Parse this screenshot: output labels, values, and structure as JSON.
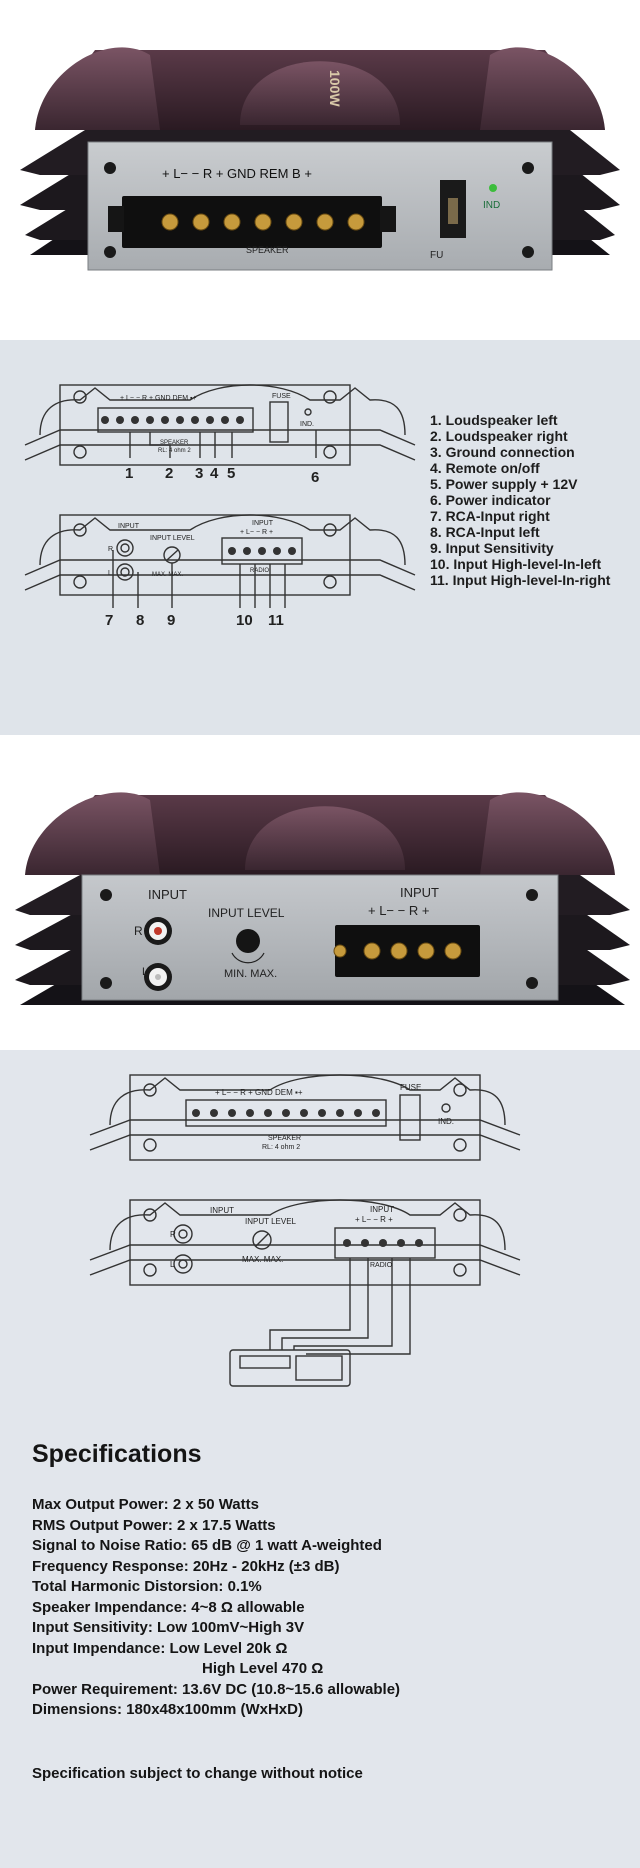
{
  "photo_front": {
    "terminal_header": "+ L−   − R +   GND   REM   B +",
    "brand_text": "100W",
    "fuse_label": "FU",
    "ind_label": "IND",
    "speaker_label": "SPEAKER"
  },
  "diagram_front": {
    "terminal_header": "+ L−   − R +  GND DEM ▪+",
    "fuse_label": "FUSE",
    "ind_label": "IND.",
    "speaker_label": "SPEAKER",
    "rl_label": "RL: 4 ohm   2",
    "callouts": [
      "1",
      "2",
      "3",
      "4",
      "5",
      "6"
    ]
  },
  "diagram_back": {
    "input_label": "INPUT",
    "input_level_label": "INPUT LEVEL",
    "r_label": "R",
    "l_label": "L",
    "max_label": "MAX.  MAX.",
    "input_terminal_label": "INPUT",
    "input_terminal_header": "+ L−  − R +",
    "radio_label": "RADIO",
    "callouts": [
      "7",
      "8",
      "9",
      "10",
      "11"
    ]
  },
  "legend": [
    "1.  Loudspeaker left",
    "2.  Loudspeaker right",
    "3.  Ground connection",
    "4.  Remote on/off",
    "5.  Power supply + 12V",
    "6.  Power indicator",
    "7.  RCA-Input right",
    "8.  RCA-Input left",
    "9.  Input Sensitivity",
    "10. Input High-level-In-left",
    "11. Input High-level-In-right"
  ],
  "photo_back": {
    "input_label": "INPUT",
    "input_level_label": "INPUT LEVEL",
    "r_label": "R",
    "l_label": "L",
    "min_max_label": "MIN.  MAX.",
    "terminal_label": "INPUT",
    "terminal_header": "+ L−   − R +"
  },
  "diagram_wiring": {
    "front_header": "+ L−   − R +  GND DEM ▪+",
    "fuse_label": "FUSE",
    "ind_label": "IND.",
    "speaker_label": "SPEAKER",
    "rl_label": "RL: 4 ohm   2",
    "input_label": "INPUT",
    "input_level_label": "INPUT LEVEL",
    "r_label": "R",
    "l_label": "L",
    "max_label": "MAX.  MAX.",
    "terminal_label": "INPUT",
    "terminal_header": "+ L−  − R +",
    "radio_label": "RADIO"
  },
  "specifications": {
    "title": "Specifications",
    "lines": [
      "Max Output Power: 2 x 50 Watts",
      "RMS Output Power: 2 x 17.5 Watts",
      "Signal to Noise Ratio: 65 dB @ 1 watt A-weighted",
      "Frequency Response: 20Hz - 20kHz (±3 dB)",
      "Total Harmonic Distorsion: 0.1%",
      "Speaker Impendance: 4~8 Ω allowable",
      "Input Sensitivity: Low 100mV~High 3V",
      "Input Impendance: Low Level 20k Ω",
      "High Level 470 Ω",
      "Power Requirement: 13.6V DC (10.8~15.6 allowable)",
      "Dimensions: 180x48x100mm (WxHxD)"
    ],
    "note": "Specification subject to change without notice"
  }
}
